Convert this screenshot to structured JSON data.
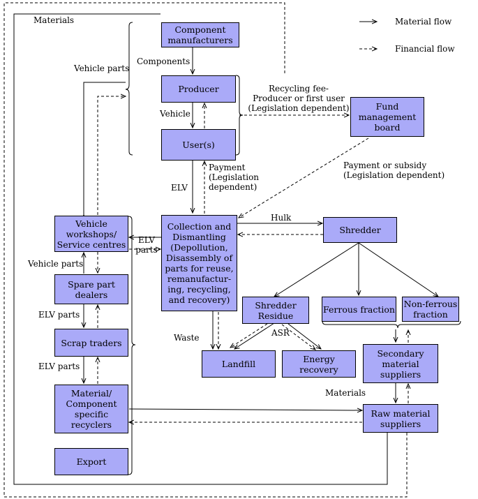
{
  "legend": {
    "material_flow": "Material flow",
    "financial_flow": "Financial flow"
  },
  "nodes": {
    "component_manufacturers": "Component\nmanufacturers",
    "producer": "Producer",
    "users": "User(s)",
    "fund_board": "Fund\nmanagement\nboard",
    "collection": "Collection and\nDismantling\n(Depollution,\nDisassembly of\nparts for reuse,\nremanufactur-\ning, recycling,\nand recovery)",
    "shredder": "Shredder",
    "shredder_residue": "Shredder\nResidue",
    "ferrous": "Ferrous fraction",
    "non_ferrous": "Non-ferrous\nfraction",
    "landfill": "Landfill",
    "energy_recovery": "Energy recovery",
    "secondary_suppliers": "Secondary\nmaterial\nsuppliers",
    "raw_suppliers": "Raw material\nsuppliers",
    "workshops": "Vehicle\nworkshops/\nService centres",
    "spare_part_dealers": "Spare part\ndealers",
    "scrap_traders": "Scrap traders",
    "recyclers": "Material/\nComponent\nspecific\nrecyclers",
    "export": "Export"
  },
  "labels": {
    "materials_top": "Materials",
    "vehicle_parts_top": "Vehicle parts",
    "components": "Components",
    "vehicle": "Vehicle",
    "recycling_fee": "Recycling fee-\nProducer or first user\n(Legislation dependent)",
    "elv": "ELV",
    "payment": "Payment\n(Legislation\ndependent)",
    "payment_subsidy": "Payment or subsidy\n(Legislation dependent)",
    "hulk": "Hulk",
    "elv_parts_mid": "ELV\nparts",
    "vehicle_parts_left": "Vehicle parts",
    "elv_parts_1": "ELV parts",
    "elv_parts_2": "ELV parts",
    "waste": "Waste",
    "asr": "ASR",
    "materials_right": "Materials"
  }
}
